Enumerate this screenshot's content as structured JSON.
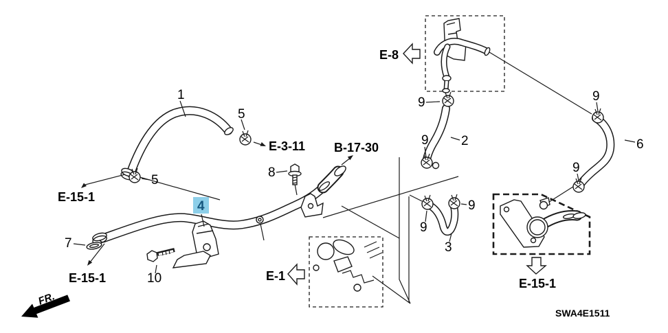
{
  "diagram": {
    "code": "SWA4E1511",
    "front_marker": "FR.",
    "colors": {
      "line": "#1a1a1a",
      "background": "#ffffff",
      "highlight_bg": "#8dcfe9",
      "highlight_fg": "#16577e"
    },
    "callouts": {
      "c1": "1",
      "c2": "2",
      "c3": "3",
      "c4": "4",
      "c5a": "5",
      "c5b": "5",
      "c6": "6",
      "c7": "7",
      "c8": "8",
      "c9a": "9",
      "c9b": "9",
      "c9c": "9",
      "c9d": "9",
      "c9e": "9",
      "c9f": "9",
      "c10": "10"
    },
    "refs": {
      "e3_11": "E-3-11",
      "b17_30": "B-17-30",
      "e8": "E-8",
      "e15_1_top": "E-15-1",
      "e15_1_bottom": "E-15-1",
      "e15_1_right": "E-15-1",
      "e1": "E-1"
    }
  }
}
